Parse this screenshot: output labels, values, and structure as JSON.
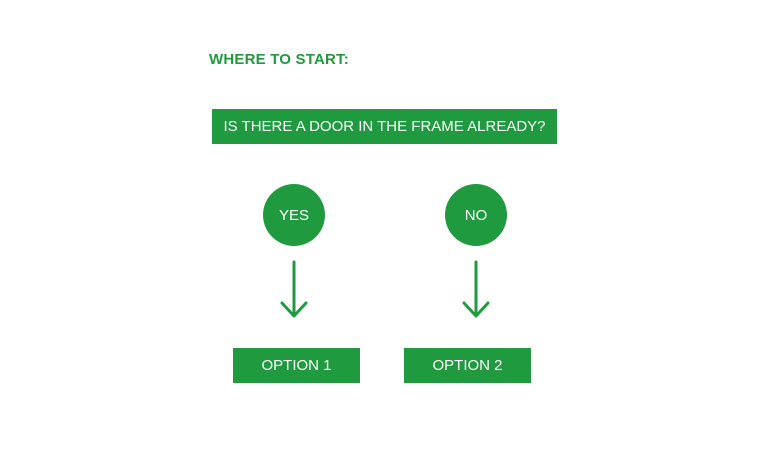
{
  "heading": "WHERE TO START:",
  "question": "IS THERE A DOOR IN THE FRAME ALREADY?",
  "choices": [
    {
      "label": "YES",
      "result": "OPTION 1"
    },
    {
      "label": "NO",
      "result": "OPTION 2"
    }
  ],
  "colors": {
    "accent": "#1f9a3e",
    "text_on_accent": "#ffffff",
    "background": "#ffffff"
  },
  "icons": {
    "connector": "arrow-down-icon"
  }
}
